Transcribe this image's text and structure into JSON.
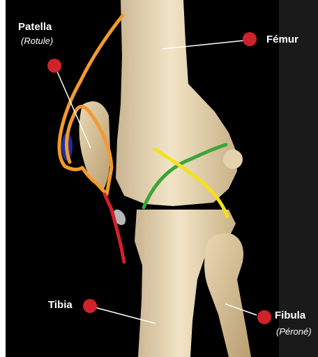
{
  "labels": {
    "patella": {
      "name": "Patella",
      "alt": "(Rotule)"
    },
    "femur": {
      "name": "Fémur"
    },
    "tibia": {
      "name": "Tibia"
    },
    "fibula": {
      "name": "Fibula",
      "alt": "(Péroné)"
    }
  },
  "colors": {
    "marker": "#d0222b",
    "orange_outline": "#f29a2e",
    "green_line": "#3aa637",
    "yellow_line": "#f4e21c",
    "red_line": "#d0222b",
    "blue_fat_pad": "#1f2fa0",
    "grey_oval": "#b8b8b8",
    "bone": "#ecdcbb"
  }
}
